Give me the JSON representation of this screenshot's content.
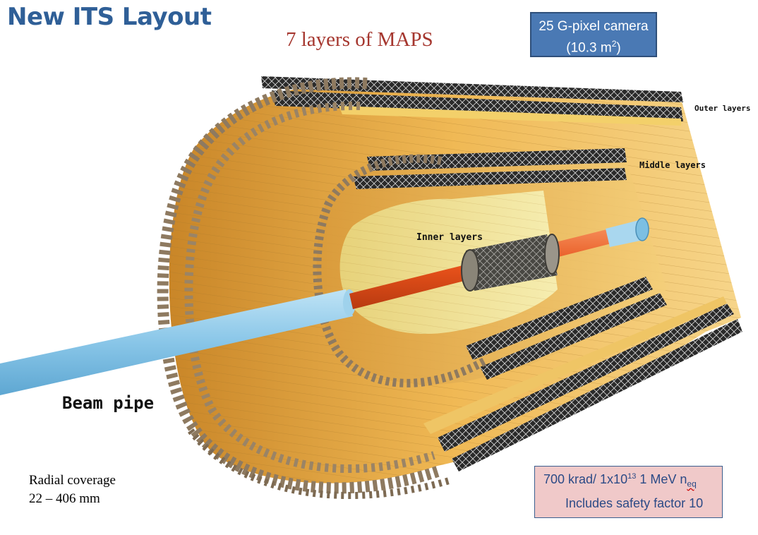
{
  "title": "New ITS Layout",
  "subtitle": "7 layers of MAPS",
  "camera_box": {
    "line1": "25 G-pixel camera",
    "line2_prefix": "(10.3 m",
    "line2_sup": "2",
    "line2_suffix": ")"
  },
  "radiation_box": {
    "line1_prefix": "700 krad/ 1x10",
    "line1_sup": "13",
    "line1_mid": " 1 MeV n",
    "line1_sub": "eq",
    "line2": "Includes safety factor 10"
  },
  "labels": {
    "outer_layers": "Outer layers",
    "middle_layers": "Middle layers",
    "inner_layers": "Inner layers",
    "beam_pipe": "Beam pipe"
  },
  "coverage": {
    "line1": "Radial coverage",
    "line2": "22 – 406 mm"
  },
  "colors": {
    "title": "#2f5f97",
    "subtitle": "#a5362e",
    "camera_box_bg": "#4a79b4",
    "radiation_box_bg": "#f0c9c9",
    "stave_gold": "#e9ad4e",
    "beam_pipe_blue": "#8cc9ea",
    "beam_pipe_orange": "#e8541d",
    "frame_black": "#1a1a1a"
  }
}
